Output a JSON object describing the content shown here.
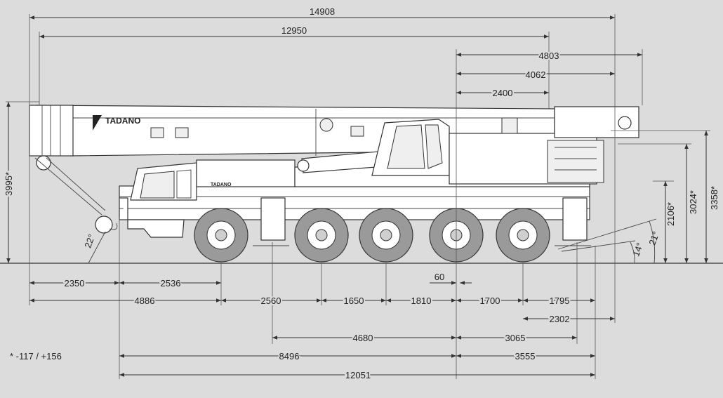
{
  "brand": {
    "name": "TADANO",
    "cab_text": "TADANO"
  },
  "footnote": "* -117 / +156",
  "dimensions": {
    "total_length": "14908",
    "boom_length": "12950",
    "rear_4803": "4803",
    "rear_4062": "4062",
    "rear_2400": "2400",
    "height_total": "3995*",
    "height_3358": "3358*",
    "height_3024": "3024*",
    "height_2106": "2106*",
    "front_overhang": "2350",
    "front_axle_dist": "2536",
    "front_to_axle": "4886",
    "axle_2560": "2560",
    "axle_1650": "1650",
    "axle_1810": "1810",
    "axle_1700": "1700",
    "axle_1795": "1795",
    "rear_2302": "2302",
    "offset_60": "60",
    "outrigger_4680": "4680",
    "outrigger_3065": "3065",
    "wb_8496": "8496",
    "wb_3555": "3555",
    "overall_12051": "12051"
  },
  "angles": {
    "approach": "22°",
    "departure_21": "21°",
    "departure_14": "14°"
  }
}
